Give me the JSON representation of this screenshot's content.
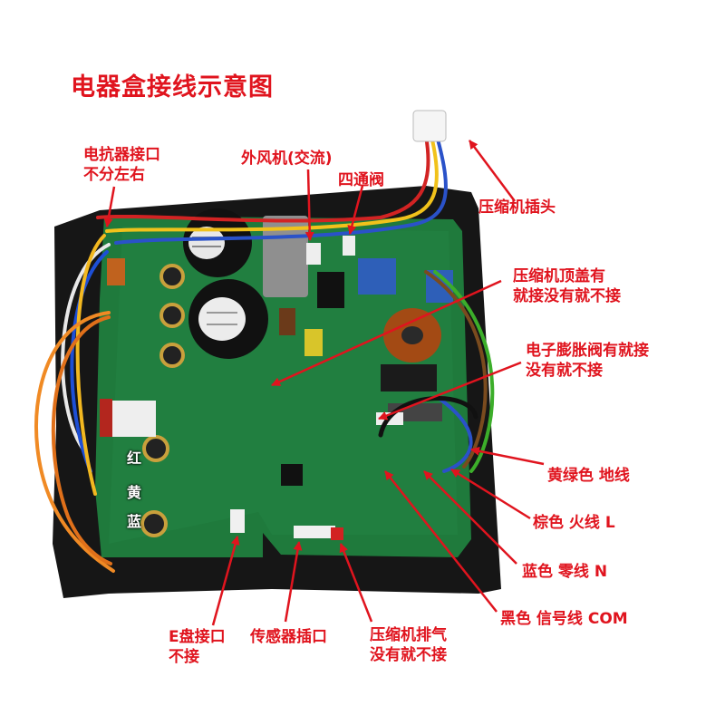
{
  "title": "电器盒接线示意图",
  "labels": {
    "reactor": [
      "电抗器接口",
      "不分左右"
    ],
    "outdoor_fan": "外风机(交流)",
    "four_way_valve": "四通阀",
    "compressor_plug": "压缩机插头",
    "compressor_top_cover": [
      "压缩机顶盖有",
      "就接没有就不接"
    ],
    "electronic_expansion_valve": [
      "电子膨胀阀有就接",
      "没有就不接"
    ],
    "ground_wire": "黄绿色 地线",
    "live_wire": "棕色  火线 L",
    "neutral_wire": "蓝色 零线 N",
    "signal_wire": "黑色 信号线 COM",
    "e_plate_port": [
      "E盘接口",
      "不接"
    ],
    "sensor_socket": "传感器插口",
    "compressor_exhaust": [
      "压缩机排气",
      "没有就不接"
    ]
  },
  "wire_colors": {
    "red": "红",
    "yellow": "黄",
    "blue": "蓝"
  },
  "colors": {
    "accent": "#e0141e",
    "pcb": "#1f7a3c",
    "housing": "#1a1a1a"
  }
}
